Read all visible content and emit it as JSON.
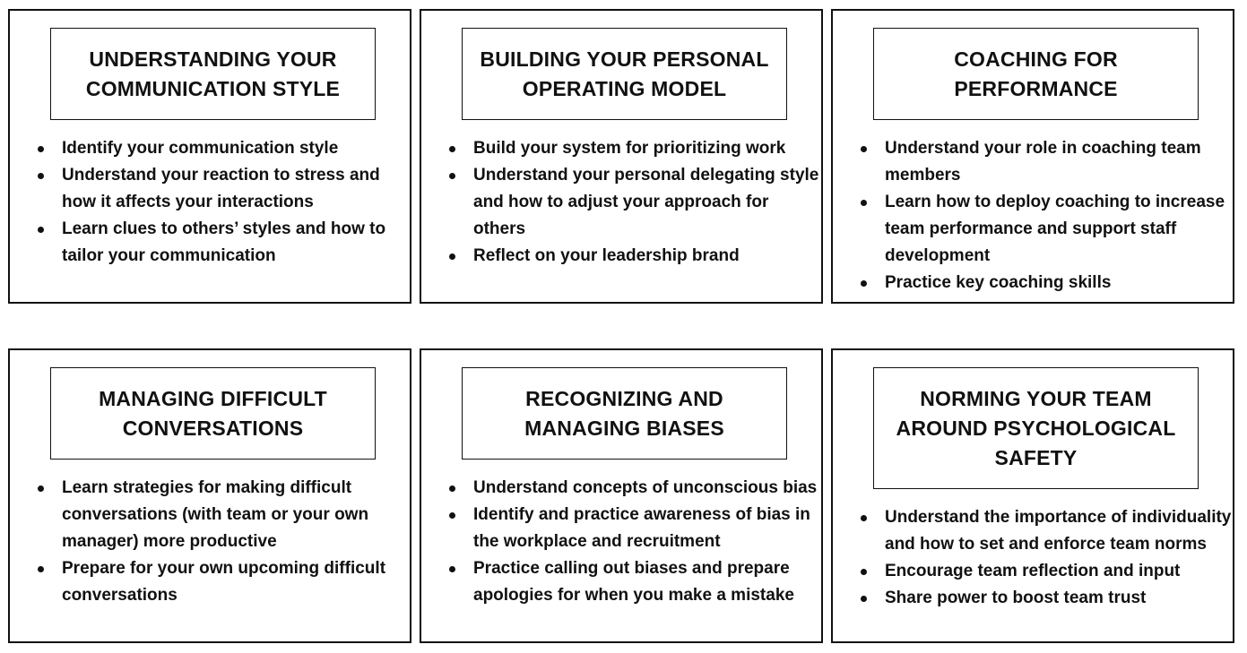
{
  "cards": [
    {
      "title": "UNDERSTANDING YOUR COMMUNICATION STYLE",
      "bullets": [
        "Identify your communication style",
        "Understand your reaction to stress and how it affects your interactions",
        "Learn clues to others’ styles and how to tailor your communication"
      ]
    },
    {
      "title": "BUILDING YOUR PERSONAL OPERATING MODEL",
      "bullets": [
        "Build your system for prioritizing work",
        "Understand your personal delegating style and how to adjust your approach for others",
        "Reflect on your leadership brand"
      ]
    },
    {
      "title": "COACHING FOR PERFORMANCE",
      "bullets": [
        "Understand your role in coaching team members",
        "Learn how to deploy coaching to increase team performance and support staff development",
        "Practice key coaching skills"
      ]
    },
    {
      "title": "MANAGING DIFFICULT CONVERSATIONS",
      "bullets": [
        "Learn strategies for making difficult conversations (with team or your own manager) more productive",
        "Prepare for your own upcoming difficult conversations"
      ]
    },
    {
      "title": "RECOGNIZING AND MANAGING BIASES",
      "bullets": [
        "Understand concepts of unconscious bias",
        "Identify and practice awareness of bias in the workplace and recruitment",
        "Practice calling out biases and prepare apologies for when you make a mistake"
      ]
    },
    {
      "title": "NORMING YOUR TEAM AROUND PSYCHOLOGICAL SAFETY",
      "bullets": [
        "Understand the importance of individuality and how to set and enforce team norms",
        "Encourage team reflection and input",
        "Share power to boost team trust"
      ]
    }
  ]
}
